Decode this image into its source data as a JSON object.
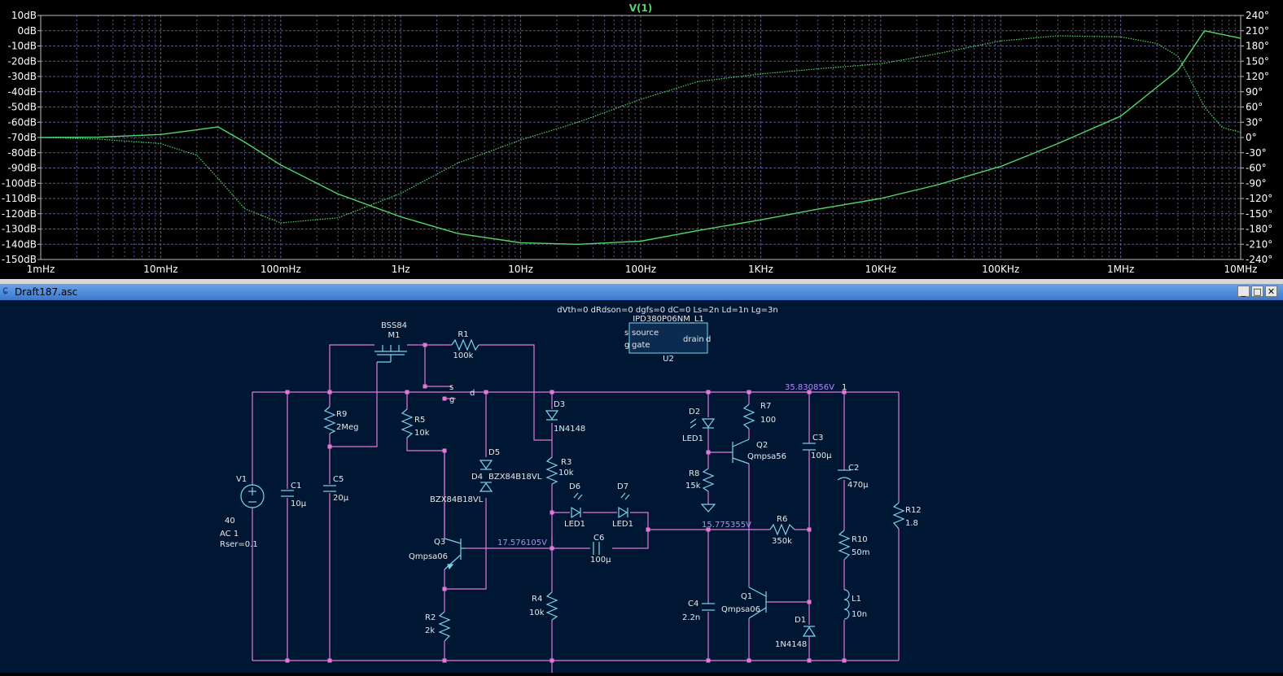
{
  "plot": {
    "trace_label": "V(1)",
    "colors": {
      "background": "#000000",
      "grid": "#5a5a8c",
      "axis_text": "#ffffff",
      "trace": "#4fd86a"
    },
    "left_axis_ticks": [
      "10dB",
      "0dB",
      "-10dB",
      "-20dB",
      "-30dB",
      "-40dB",
      "-50dB",
      "-60dB",
      "-70dB",
      "-80dB",
      "-90dB",
      "-100dB",
      "-110dB",
      "-120dB",
      "-130dB",
      "-140dB",
      "-150dB"
    ],
    "right_axis_ticks": [
      "240°",
      "210°",
      "180°",
      "150°",
      "120°",
      "90°",
      "60°",
      "30°",
      "0°",
      "-30°",
      "-60°",
      "-90°",
      "-120°",
      "-150°",
      "-180°",
      "-210°",
      "-240°"
    ],
    "x_axis_ticks": [
      "1mHz",
      "10mHz",
      "100mHz",
      "1Hz",
      "10Hz",
      "100Hz",
      "1KHz",
      "10KHz",
      "100KHz",
      "1MHz",
      "10MHz"
    ]
  },
  "chart_data": {
    "type": "line",
    "title": "V(1)",
    "x_scale": "log",
    "xlim": [
      "1mHz",
      "10MHz"
    ],
    "ylim": [
      -150,
      10
    ],
    "y2lim": [
      -240,
      240
    ],
    "grid": true,
    "series": [
      {
        "name": "V(1)",
        "style": "solid",
        "axis": "magnitude",
        "x_hz": [
          0.001,
          0.003,
          0.01,
          0.02,
          0.03,
          0.05,
          0.1,
          0.3,
          1,
          3,
          10,
          30,
          100,
          300,
          1000,
          3000,
          10000,
          30000,
          100000,
          300000,
          1000000,
          3000000,
          5000000,
          10000000
        ],
        "y_db": [
          -70,
          -69.8,
          -68,
          -65,
          -63,
          -73,
          -88,
          -107,
          -122,
          -133,
          -139,
          -140,
          -138,
          -131,
          -124,
          -117,
          -110,
          -101,
          -89,
          -74,
          -56,
          -26,
          0,
          -5
        ]
      },
      {
        "name": "V(1)",
        "style": "dotted",
        "axis": "phase",
        "x_hz": [
          0.001,
          0.003,
          0.01,
          0.02,
          0.03,
          0.05,
          0.1,
          0.3,
          1,
          3,
          10,
          30,
          100,
          300,
          1000,
          3000,
          10000,
          30000,
          100000,
          300000,
          1000000,
          2000000,
          3000000,
          5000000,
          7000000,
          10000000
        ],
        "y_deg": [
          0,
          -3,
          -12,
          -35,
          -80,
          -140,
          -168,
          -158,
          -110,
          -50,
          -5,
          30,
          75,
          110,
          125,
          135,
          145,
          165,
          190,
          200,
          198,
          185,
          160,
          60,
          20,
          10
        ]
      }
    ]
  },
  "schematic": {
    "window_title": "Draft187.asc",
    "colors": {
      "background": "#001733",
      "wire": "#e478d8",
      "component": "#7dd3f0",
      "text": "#e8e8e8",
      "node_voltage": "#b388ff"
    },
    "directive": "dVth=0 dRdson=0 dgfs=0 dC=0 Ls=2n Ld=1n Lg=3n",
    "u2": {
      "model": "IPD380P06NM_L1",
      "ref": "U2",
      "pin_source": "source",
      "pin_gate": "gate",
      "pin_drain": "drain",
      "s": "s",
      "g": "g",
      "d": "d"
    },
    "labels": {
      "m1_model": "BSS84",
      "m1_ref": "M1",
      "r1": "R1",
      "r1v": "100k",
      "r9": "R9",
      "r9v": "2Meg",
      "r5": "R5",
      "r5v": "10k",
      "c5": "C5",
      "c5v": "20µ",
      "c1": "C1",
      "c1v": "10µ",
      "v1": "V1",
      "v1v": "40",
      "v1ac": "AC 1",
      "v1rser": "Rser=0.1",
      "d5": "D5",
      "d4": "D4",
      "d4m": "BZX84B18VL",
      "d5m": "BZX84B18VL",
      "q3": "Q3",
      "q3m": "Qmpsa06",
      "r2": "R2",
      "r2v": "2k",
      "d3": "D3",
      "d3m": "1N4148",
      "r3": "R3",
      "r3v": "10k",
      "d6": "D6",
      "d6m": "LED1",
      "d7": "D7",
      "d7m": "LED1",
      "c6": "C6",
      "c6v": "100µ",
      "r4": "R4",
      "r4v": "10k",
      "d2": "D2",
      "d2m": "LED1",
      "r7": "R7",
      "r7v": "100",
      "q2": "Q2",
      "q2m": "Qmpsa56",
      "r8": "R8",
      "r8v": "15k",
      "r6": "R6",
      "r6v": "350k",
      "c4": "C4",
      "c4v": "2.2n",
      "q1": "Q1",
      "q1m": "Qmpsa06",
      "d1": "D1",
      "d1m": "1N4148",
      "c3": "C3",
      "c3v": "100µ",
      "c2": "C2",
      "c2v": "470µ",
      "r10": "R10",
      "r10v": "50m",
      "l1": "L1",
      "l1v": "10n",
      "r12": "R12",
      "r12v": "1.8",
      "net1": "1",
      "net_s": "s",
      "net_g": "g",
      "net_d": "d"
    },
    "node_voltages": {
      "top_rail": "35.830856V",
      "q3_base": "17.576105V",
      "q2_node": "15.775355V"
    }
  },
  "window_buttons": {
    "minimize": "_",
    "maximize": "□",
    "close": "✕"
  }
}
